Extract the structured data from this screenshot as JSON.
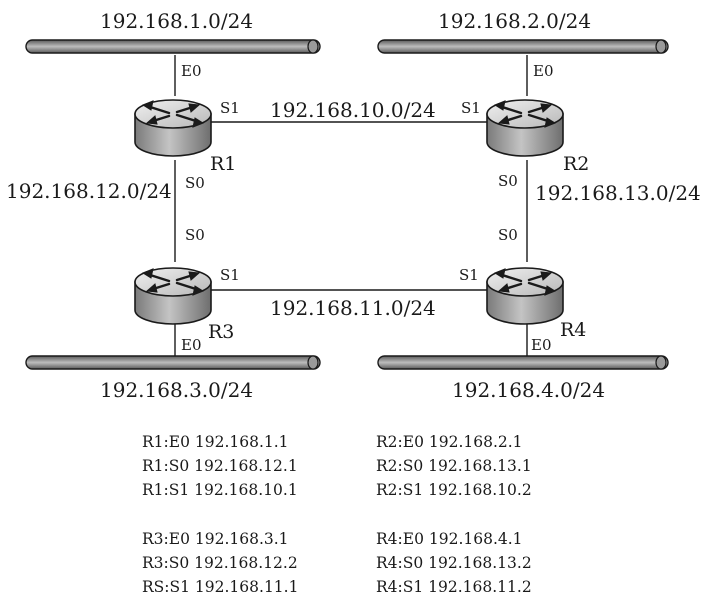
{
  "networks": {
    "lan1": "192.168.1.0/24",
    "lan2": "192.168.2.0/24",
    "lan3": "192.168.3.0/24",
    "lan4": "192.168.4.0/24",
    "link_r1_r2": "192.168.10.0/24",
    "link_r3_r4": "192.168.11.0/24",
    "link_r1_r3": "192.168.12.0/24",
    "link_r2_r4": "192.168.13.0/24"
  },
  "routers": {
    "r1": {
      "name": "R1",
      "e0": "E0",
      "s0": "S0",
      "s1": "S1"
    },
    "r2": {
      "name": "R2",
      "e0": "E0",
      "s0": "S0",
      "s1": "S1"
    },
    "r3": {
      "name": "R3",
      "e0": "E0",
      "s0": "S0",
      "s1": "S1"
    },
    "r4": {
      "name": "R4",
      "e0": "E0",
      "s0": "S0",
      "s1": "S1"
    }
  },
  "address_table": {
    "left": [
      [
        "R1:E0 192.168.1.1",
        "R1:S0 192.168.12.1",
        "R1:S1 192.168.10.1"
      ],
      [
        "R3:E0 192.168.3.1",
        "R3:S0 192.168.12.2",
        "RS:S1 192.168.11.1"
      ]
    ],
    "right": [
      [
        "R2:E0 192.168.2.1",
        "R2:S0 192.168.13.1",
        "R2:S1 192.168.10.2"
      ],
      [
        "R4:E0 192.168.4.1",
        "R4:S0 192.168.13.2",
        "R4:S1 192.168.11.2"
      ]
    ]
  },
  "colors": {
    "line": "#1a1a1a",
    "bus_fill": "#8a8a8a",
    "router_top": "#d8d8d8",
    "router_side": "#9a9a9a"
  }
}
